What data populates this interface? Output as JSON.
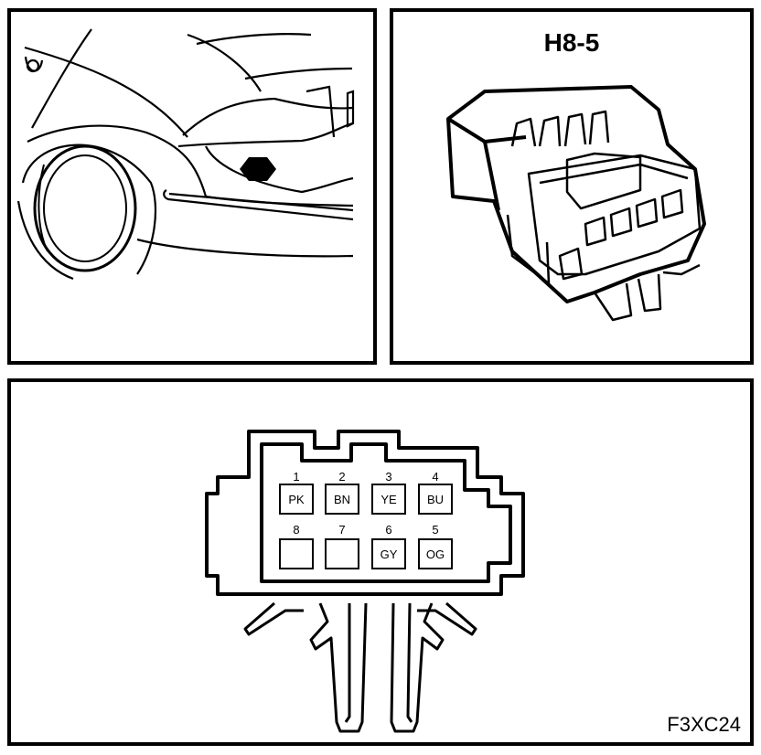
{
  "connector": {
    "title": "H8-5",
    "figure_code": "F3XC24"
  },
  "pins": [
    {
      "number": "1",
      "color": "PK"
    },
    {
      "number": "2",
      "color": "BN"
    },
    {
      "number": "3",
      "color": "YE"
    },
    {
      "number": "4",
      "color": "BU"
    },
    {
      "number": "8",
      "color": ""
    },
    {
      "number": "7",
      "color": ""
    },
    {
      "number": "6",
      "color": "GY"
    },
    {
      "number": "5",
      "color": "OG"
    }
  ],
  "colors": {
    "line": "#000000",
    "background": "#ffffff"
  }
}
